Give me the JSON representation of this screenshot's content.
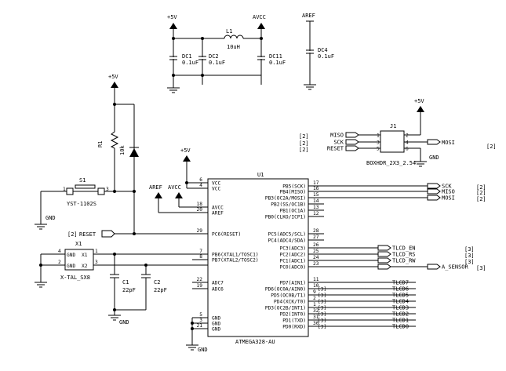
{
  "power": {
    "vcc5_label": "+5V",
    "avcc_label": "AVCC",
    "aref_label": "AREF",
    "gnd_label": "GND"
  },
  "passives": {
    "l1_ref": "L1",
    "l1_value": "10uH",
    "dc1_ref": "DC1",
    "dc1_value": "0.1uF",
    "dc2_ref": "DC2",
    "dc2_value": "0.1uF",
    "dc11_ref": "DC11",
    "dc11_value": "0.1uF",
    "dc4_ref": "DC4",
    "dc4_value": "0.1uF",
    "r1_ref": "R1",
    "r1_value": "10k",
    "c1_ref": "C1",
    "c1_value": "22pF",
    "c2_ref": "C2",
    "c2_value": "22pF"
  },
  "switch": {
    "ref": "S1",
    "part": "YST-1102S",
    "pin_left": "1",
    "pin_right": "3"
  },
  "reset": {
    "sheet_ref": "[2]",
    "label": "RESET"
  },
  "crystal": {
    "ref": "X1",
    "part": "X-TAL_SX8",
    "pin_left_top": "GND",
    "pin_right_top": "X1",
    "pin_left_bottom": "GND",
    "pin_right_bottom": "X2",
    "pin_num_top_left": "4",
    "pin_num_top_right": "1",
    "pin_num_bottom_left": "2",
    "pin_num_bottom_right": "3"
  },
  "header": {
    "ref": "J1",
    "part": "BOXHDR_2X3_2.54",
    "left_signals": [
      {
        "name": "MISO",
        "sheet": "[2]",
        "pin": "1"
      },
      {
        "name": "SCK",
        "sheet": "[2]",
        "pin": "3"
      },
      {
        "name": "RESET",
        "sheet": "[2]",
        "pin": "5"
      }
    ],
    "right_pins": [
      "2",
      "4",
      "6"
    ],
    "mosi_label": "MOSI",
    "mosi_sheet": "[2]",
    "gnd_label": "GND",
    "vcc_label": "+5V"
  },
  "mcu": {
    "ref": "U1",
    "part": "ATMEGA328-AU",
    "left_pins": [
      {
        "num": "6",
        "name": "VCC"
      },
      {
        "num": "4",
        "name": "VCC"
      },
      {
        "num": "18",
        "name": "AVCC"
      },
      {
        "num": "20",
        "name": "AREF"
      },
      {
        "num": "29",
        "name": "PC6(RESET)"
      },
      {
        "num": "7",
        "name": "PB6(XTAL1/TOSC1)"
      },
      {
        "num": "8",
        "name": "PB7(XTAL2/TOSC2)"
      },
      {
        "num": "22",
        "name": "ADC7"
      },
      {
        "num": "19",
        "name": "ADC6"
      },
      {
        "num": "5",
        "name": "GND"
      },
      {
        "num": "3",
        "name": "GND"
      },
      {
        "num": "21",
        "name": "GND"
      }
    ],
    "right_pins": [
      {
        "num": "17",
        "name": "PB5(SCK)",
        "net": "SCK",
        "sheet": "[2]"
      },
      {
        "num": "16",
        "name": "PB4(MISO)",
        "net": "MISO",
        "sheet": "[2]"
      },
      {
        "num": "15",
        "name": "PB3(OC2A/MOSI)",
        "net": "MOSI",
        "sheet": "[2]"
      },
      {
        "num": "14",
        "name": "PB2(SS/OC1B)",
        "net": "",
        "sheet": ""
      },
      {
        "num": "13",
        "name": "PB1(OC1A)",
        "net": "",
        "sheet": ""
      },
      {
        "num": "12",
        "name": "PB0(CLKO/ICP1)",
        "net": "",
        "sheet": ""
      },
      {
        "num": "28",
        "name": "PC5(ADC5/SCL)",
        "net": "",
        "sheet": ""
      },
      {
        "num": "27",
        "name": "PC4(ADC4/SDA)",
        "net": "",
        "sheet": ""
      },
      {
        "num": "26",
        "name": "PC3(ADC3)",
        "net": "TLCD_EN",
        "sheet": "[3]"
      },
      {
        "num": "25",
        "name": "PC2(ADC2)",
        "net": "TLCD_RS",
        "sheet": "[3]"
      },
      {
        "num": "24",
        "name": "PC1(ADC1)",
        "net": "TLCD_RW",
        "sheet": "[3]"
      },
      {
        "num": "23",
        "name": "PC0(ADC0)",
        "net": "A_SENSOR",
        "sheet": "[3]"
      },
      {
        "num": "11",
        "name": "PD7(AIN1)",
        "net": "TLCD7",
        "sheet": ""
      },
      {
        "num": "10",
        "name": "PD6(OC0A/AIN0)",
        "net": "TLCD6",
        "sheet": "[3]"
      },
      {
        "num": "9",
        "name": "PD5(OC0B/T1)",
        "net": "TLCD5",
        "sheet": "[3]"
      },
      {
        "num": "2",
        "name": "PD4(XCK/T0)",
        "net": "TLCD4",
        "sheet": "[3]"
      },
      {
        "num": "1",
        "name": "PD3(OC2B/INT1)",
        "net": "TLCD3",
        "sheet": "[3]"
      },
      {
        "num": "32",
        "name": "PD2(INT0)",
        "net": "TLCD2",
        "sheet": "[3]"
      },
      {
        "num": "31",
        "name": "PD1(TXD)",
        "net": "TLCD1",
        "sheet": "[3]"
      },
      {
        "num": "30",
        "name": "PD0(RXD)",
        "net": "TLCD0",
        "sheet": "[3]"
      }
    ]
  }
}
